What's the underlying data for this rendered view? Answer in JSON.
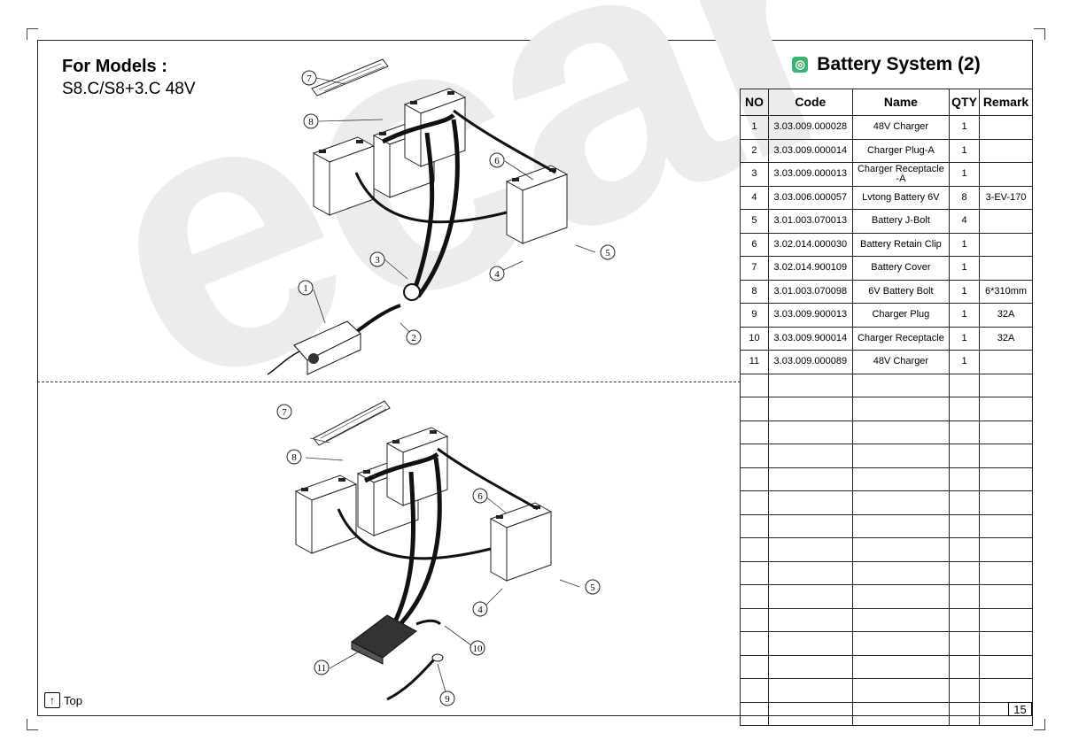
{
  "header": {
    "models_label": "For Models :",
    "models_value": "S8.C/S8+3.C 48V",
    "watermark": "ecar"
  },
  "panel": {
    "title": "Battery System (2)",
    "icon": "globe-icon",
    "columns": [
      "NO",
      "Code",
      "Name",
      "QTY",
      "Remark"
    ],
    "rows": [
      {
        "no": "1",
        "code": "3.03.009.000028",
        "name": "48V Charger",
        "qty": "1",
        "remark": ""
      },
      {
        "no": "2",
        "code": "3.03.009.000014",
        "name": "Charger Plug-A",
        "qty": "1",
        "remark": ""
      },
      {
        "no": "3",
        "code": "3.03.009.000013",
        "name": "Charger Receptacle -A",
        "qty": "1",
        "remark": ""
      },
      {
        "no": "4",
        "code": "3.03.006.000057",
        "name": "Lvtong Battery 6V",
        "qty": "8",
        "remark": "3-EV-170"
      },
      {
        "no": "5",
        "code": "3.01.003.070013",
        "name": "Battery J-Bolt",
        "qty": "4",
        "remark": ""
      },
      {
        "no": "6",
        "code": "3.02.014.000030",
        "name": "Battery Retain Clip",
        "qty": "1",
        "remark": ""
      },
      {
        "no": "7",
        "code": "3.02.014.900109",
        "name": "Battery Cover",
        "qty": "1",
        "remark": ""
      },
      {
        "no": "8",
        "code": "3.01.003.070098",
        "name": "6V Battery Bolt",
        "qty": "1",
        "remark": "6*310mm"
      },
      {
        "no": "9",
        "code": "3.03.009.900013",
        "name": "Charger Plug",
        "qty": "1",
        "remark": "32A"
      },
      {
        "no": "10",
        "code": "3.03.009.900014",
        "name": "Charger Receptacle",
        "qty": "1",
        "remark": "32A"
      },
      {
        "no": "11",
        "code": "3.03.009.000089",
        "name": "48V Charger",
        "qty": "1",
        "remark": ""
      }
    ]
  },
  "callouts_top": [
    "1",
    "2",
    "3",
    "4",
    "5",
    "6",
    "7",
    "8"
  ],
  "callouts_bottom": [
    "4",
    "5",
    "6",
    "7",
    "8",
    "9",
    "10",
    "11"
  ],
  "footer": {
    "top_link": "Top",
    "page_number": "15"
  }
}
